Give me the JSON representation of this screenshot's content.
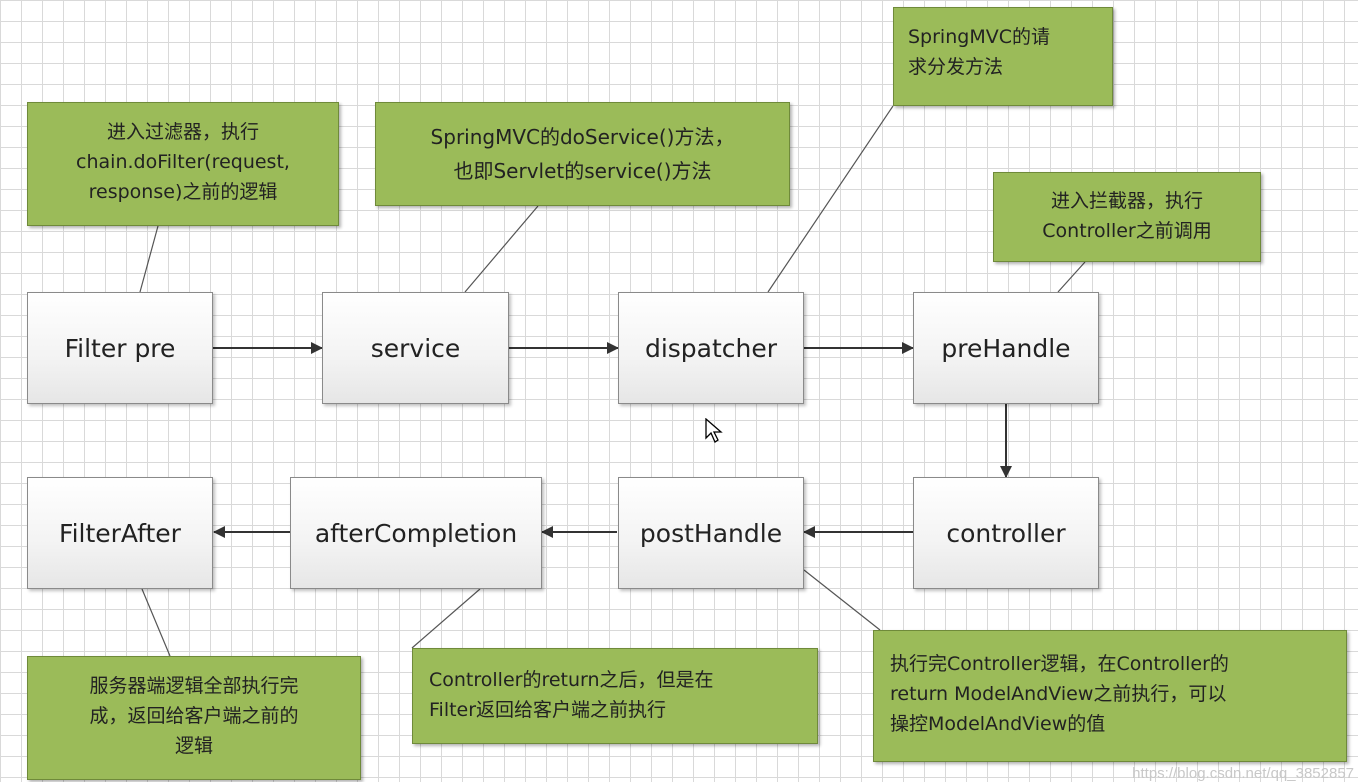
{
  "nodes": {
    "filter_pre": "Filter pre",
    "service": "service",
    "dispatcher": "dispatcher",
    "pre_handle": "preHandle",
    "controller": "controller",
    "post_handle": "postHandle",
    "after_completion": "afterCompletion",
    "filter_after": "FilterAfter"
  },
  "notes": {
    "filter_pre": "进入过滤器，执行\nchain.doFilter(request,\nresponse)之前的逻辑",
    "service": "SpringMVC的doService()方法，\n也即Servlet的service()方法",
    "dispatcher": "SpringMVC的请\n求分发方法",
    "pre_handle": "进入拦截器，执行\nController之前调用",
    "filter_after": "服务器端逻辑全部执行完\n成，返回给客户端之前的\n逻辑",
    "after_completion": "Controller的return之后，但是在\nFilter返回给客户端之前执行",
    "post_handle": "执行完Controller逻辑，在Controller的\nreturn ModelAndView之前执行，可以\n操控ModelAndView的值"
  },
  "colors": {
    "note_fill": "#9bbb59",
    "note_border": "#6f8a3a",
    "node_border": "#8a8a8a",
    "arrow": "#333333",
    "grid": "#d9d9d9"
  },
  "watermark": "https://blog.csdn.net/qq_3852857"
}
